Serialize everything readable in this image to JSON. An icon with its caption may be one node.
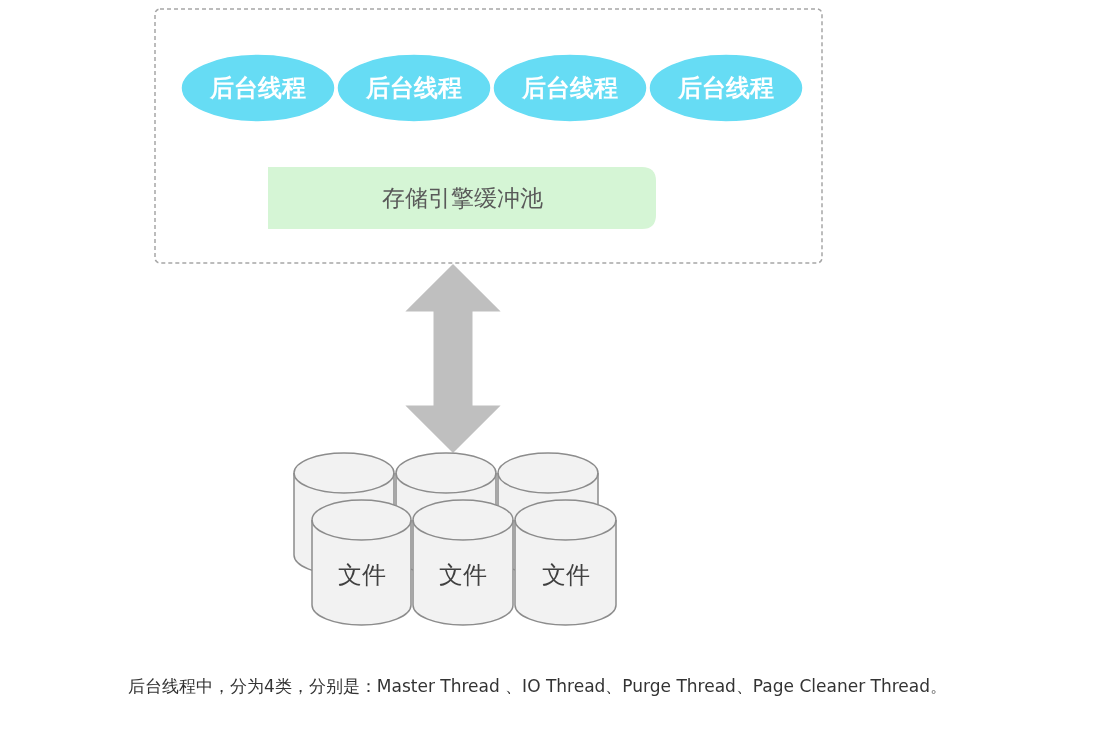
{
  "diagram": {
    "nodes": [
      {
        "text": [],
        "shape": "box"
      },
      {
        "text": [
          "后台线程"
        ],
        "in": 0
      },
      {
        "text": [
          "后台线程"
        ],
        "in": 0
      },
      {
        "text": [
          "后台线程"
        ],
        "in": 0
      },
      {
        "text": [
          "后台线程"
        ],
        "in": 0
      },
      {
        "text": [
          "存储引擎缓冲池"
        ],
        "in": 0
      },
      {
        "text": [],
        "shape": "cylinder"
      },
      {
        "text": [],
        "shape": "cylinder"
      },
      {
        "text": [],
        "shape": "cylinder"
      },
      {
        "text": [
          "文件"
        ]
      },
      {
        "text": [
          "文件"
        ]
      },
      {
        "text": [
          "文件"
        ]
      }
    ],
    "edges": [
      {
        "from": 0,
        "to": 7,
        "arrow": "both",
        "style": "thick",
        "color": "#bfbfbf"
      }
    ],
    "labels": [
      "后台线程中，分为4类，分别是：Master Thread 、IO Thread、Purge Thread、Page Cleaner Thread。"
    ]
  }
}
